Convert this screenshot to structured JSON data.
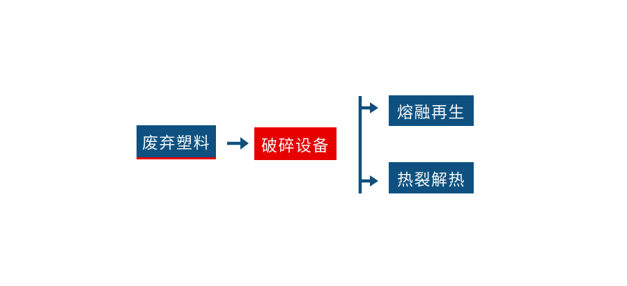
{
  "diagram": {
    "title": "waste-plastic recycling flow",
    "colors": {
      "node_blue": "#0E5180",
      "node_red": "#E60000",
      "underline_red": "#E60000",
      "connector": "#0F507E",
      "node_text": "#F4F6F8",
      "background": "#FFFFFF"
    },
    "nodes": [
      {
        "id": "waste-plastic",
        "label": "废弃塑料"
      },
      {
        "id": "crushing-equipment",
        "label": "破碎设备"
      },
      {
        "id": "melt-regeneration",
        "label": "熔融再生"
      },
      {
        "id": "pyrolysis-heat",
        "label": "热裂解热"
      }
    ],
    "edges": [
      {
        "from": "waste-plastic",
        "to": "crushing-equipment"
      },
      {
        "from": "crushing-equipment",
        "to": "melt-regeneration"
      },
      {
        "from": "crushing-equipment",
        "to": "pyrolysis-heat"
      }
    ]
  }
}
